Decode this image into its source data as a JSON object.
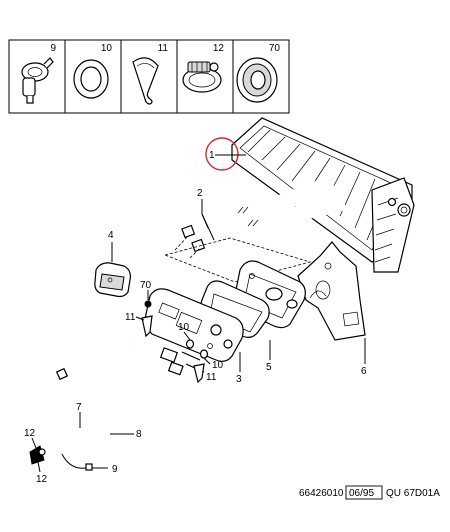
{
  "legend_table": {
    "cells": [
      {
        "number": "9",
        "icon": "clip-icon"
      },
      {
        "number": "10",
        "icon": "o-ring-icon"
      },
      {
        "number": "11",
        "icon": "spring-clip-icon"
      },
      {
        "number": "12",
        "icon": "hose-clamp-icon"
      },
      {
        "number": "70",
        "icon": "grommet-icon"
      }
    ]
  },
  "callouts": {
    "heater_core": "1",
    "pipes": "2",
    "gasket_plate": "3",
    "grommet_small": "4",
    "seal_frame": "5",
    "bracket": "6",
    "hose_7": "7",
    "hose_8": "8",
    "clip_9": "9",
    "oring_10a": "10",
    "oring_10b": "10",
    "spring_11a": "11",
    "spring_11b": "11",
    "clamp_12a": "12",
    "clamp_12b": "12",
    "grommet_70": "70"
  },
  "highlight_color": "#e0202a",
  "footer": {
    "ref_number": "66426010",
    "date_code": "06/95",
    "suffix": "QU 67D01A"
  }
}
